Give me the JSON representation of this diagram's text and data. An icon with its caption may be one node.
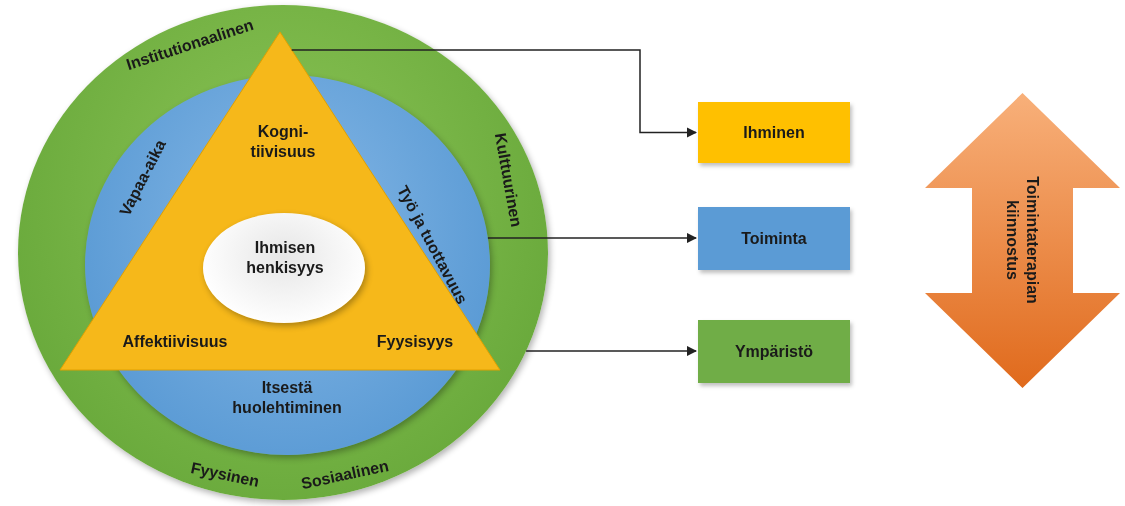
{
  "diagram": {
    "nodes": [
      {
        "text": [
          "Institutionaalinen",
          "Kulttuurinen",
          "Fyysinen",
          "Sosiaalinen"
        ]
      },
      {
        "text": [
          "Vapaa-aika",
          "Työ ja tuottavuus",
          "Itsestä huolehtiminen"
        ],
        "in": 0
      },
      {
        "text": [
          "Kogni- tiivisuus",
          "Affektiivisuus",
          "Fyysisyys"
        ],
        "in": 0
      },
      {
        "text": [
          "Ihmisen henkisyys"
        ],
        "in": 2
      },
      {
        "text": [
          "Ihminen"
        ]
      },
      {
        "text": [
          "Toiminta"
        ]
      },
      {
        "text": [
          "Ympäristö"
        ]
      },
      {
        "text": [
          "Toimintaterapian kiinnostus"
        ]
      }
    ],
    "edges": [
      {
        "from": 2,
        "to": 4,
        "arrow": "to"
      },
      {
        "from": 1,
        "to": 5,
        "arrow": "to"
      },
      {
        "from": 0,
        "to": 6,
        "arrow": "to"
      }
    ]
  }
}
